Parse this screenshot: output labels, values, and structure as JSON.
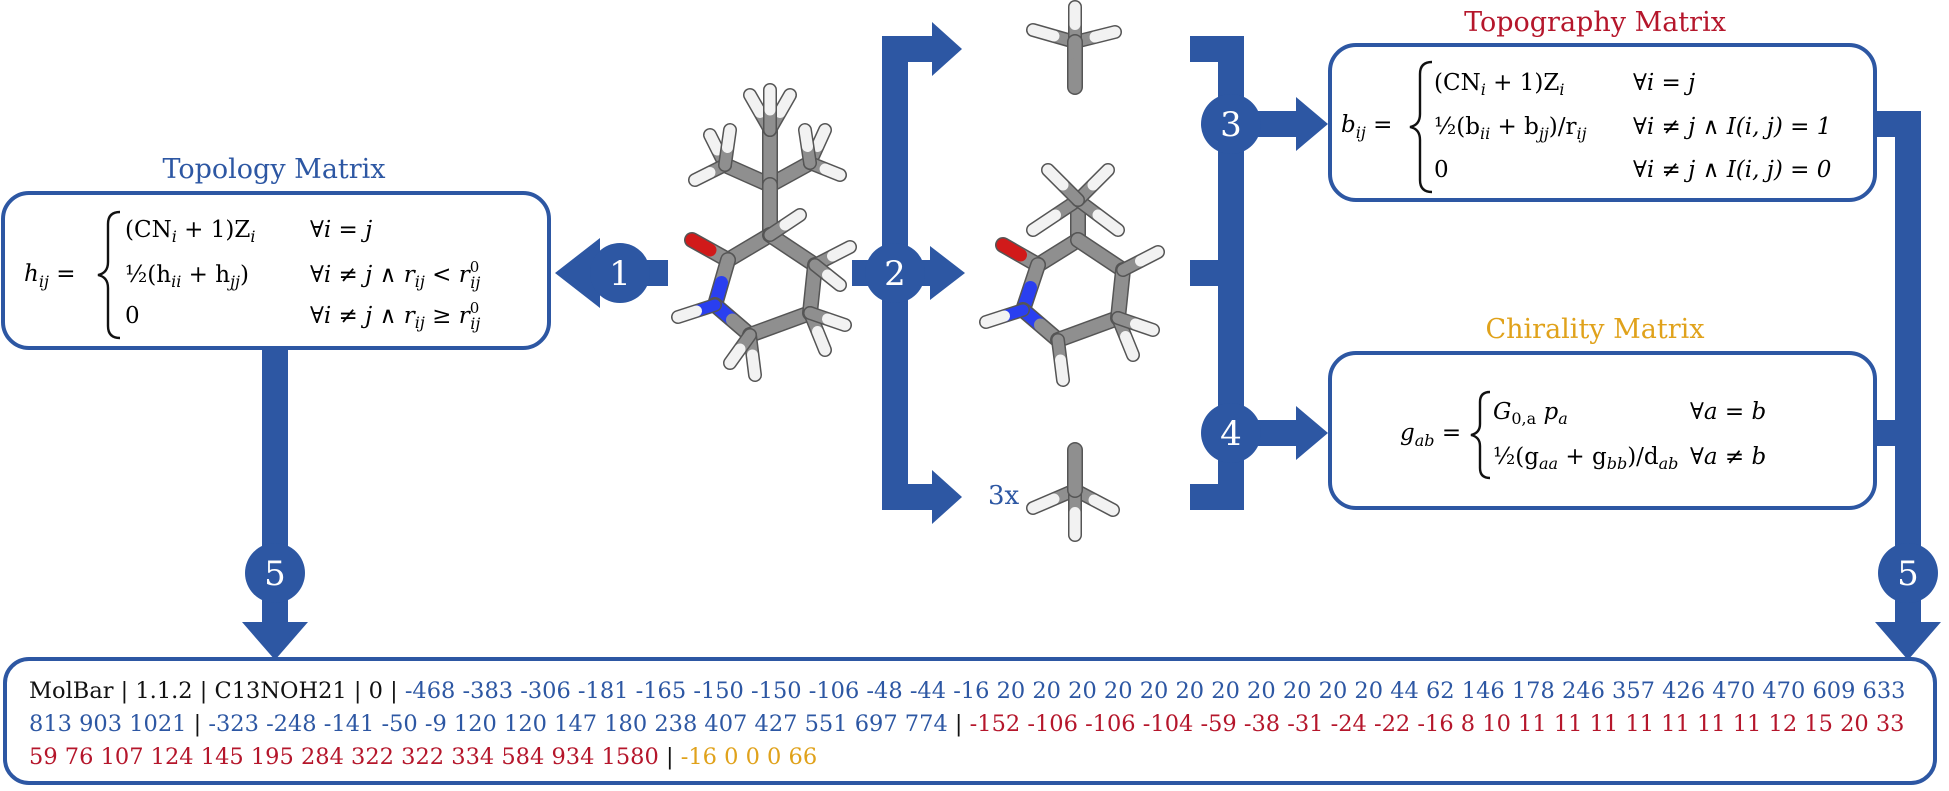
{
  "colors": {
    "blue": "#2d57a3",
    "red": "#b5162b",
    "orange": "#e0a21b",
    "black": "#111111",
    "atom_carbon": "#8f8f8f",
    "atom_hydrogen": "#f2f2f2",
    "atom_oxygen": "#d11a1a",
    "atom_nitrogen": "#2a3ff0"
  },
  "topology": {
    "title": "Topology Matrix",
    "lhs": "h",
    "lhs_sub": "ij",
    "rows": [
      {
        "expr": "(CN",
        "expr_sub": "i",
        "expr_tail": " + 1)Z",
        "expr_tail_sub": "i",
        "cond": "∀i = j"
      },
      {
        "expr": "½(h",
        "expr_sub": "ii",
        "expr_tail": " + h",
        "expr_tail_sub": "jj",
        "expr_end": ")",
        "cond": "∀i ≠ j ∧ r",
        "cond_sub": "ij",
        "cond_tail": " < r",
        "cond_tail_sup": "0",
        "cond_tail_sub": "ij"
      },
      {
        "expr": "0",
        "cond": "∀i ≠ j ∧ r",
        "cond_sub": "ij",
        "cond_tail": " ≥ r",
        "cond_tail_sup": "0",
        "cond_tail_sub": "ij"
      }
    ]
  },
  "topography": {
    "title": "Topography Matrix",
    "lhs": "b",
    "lhs_sub": "ij",
    "rows": [
      {
        "expr": "(CN",
        "expr_sub": "i",
        "expr_tail": " + 1)Z",
        "expr_tail_sub": "i",
        "cond": "∀i = j"
      },
      {
        "expr": "½(b",
        "expr_sub": "ii",
        "expr_tail": " + b",
        "expr_tail_sub": "jj",
        "expr_end": ")/r",
        "expr_end_sub": "ij",
        "cond": "∀i ≠ j ∧ I(i, j) = 1"
      },
      {
        "expr": "0",
        "cond": "∀i ≠ j ∧ I(i, j) = 0"
      }
    ]
  },
  "chirality": {
    "title": "Chirality Matrix",
    "lhs": "g",
    "lhs_sub": "ab",
    "rows": [
      {
        "expr": "G",
        "expr_sub": "0,a",
        "expr_tail": " p",
        "expr_tail_sub": "a",
        "cond": "∀a = b"
      },
      {
        "expr": "½(g",
        "expr_sub": "aa",
        "expr_tail": " + g",
        "expr_tail_sub": "bb",
        "expr_end": ")/d",
        "expr_end_sub": "ab",
        "cond": "∀a ≠ b"
      }
    ]
  },
  "steps": {
    "s1": "1",
    "s2": "2",
    "s3": "3",
    "s4": "4",
    "s5_left": "5",
    "s5_right": "5"
  },
  "fragment_multiplier": "3x",
  "molbar": {
    "header": "MolBar | 1.1.2 | C13NOH21 | 0 |",
    "topology_part": "-468 -383 -306 -181 -165 -150 -150 -106 -48 -44 -16 20 20 20 20 20 20 20 20 20 20 20 44 62 146 178 246 357 426 470 470 609 633 813 903 1021",
    "sep1": "|",
    "topology_part2": "-323 -248 -141 -50 -9 120 120 147 180 238 407 427 551 697 774",
    "sep2": "|",
    "topography_part": "-152 -106 -106 -104 -59 -38 -31 -24 -22 -16 8 10 11 11 11 11 11 11 11 12 15 20 33 59 76 107 124 145 195 284 322 322 334 584 934 1580",
    "sep3": "|",
    "chirality_part": "-16 0 0 0 66"
  }
}
